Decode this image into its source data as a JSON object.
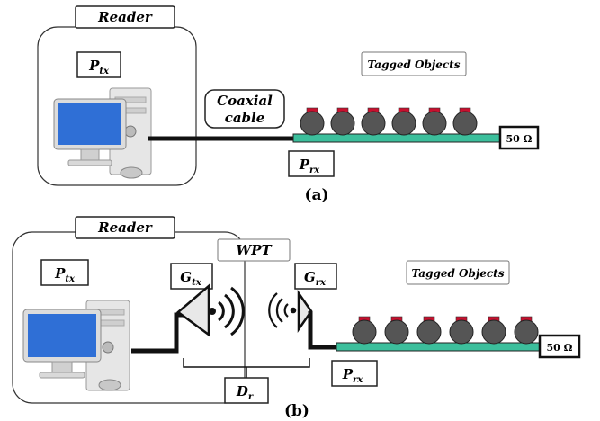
{
  "colors": {
    "line": "#111111",
    "feed": "#3cbf9c",
    "tag_body": "#555555",
    "tag_cap": "#c8102e",
    "screen": "#2f6fd6",
    "pc_body": "#e6e6e6"
  },
  "icons": [
    "desktop-computer-icon",
    "horn-antenna-icon",
    "wireless-wave-icon",
    "rfid-tag-icon"
  ],
  "panel_a": {
    "reader_label": "Reader",
    "ptx": {
      "main": "P",
      "sub": "tx"
    },
    "cable_line1": "Coaxial",
    "cable_line2": "cable",
    "tagged_label": "Tagged Objects",
    "prx": {
      "main": "P",
      "sub": "rx"
    },
    "load": "50 Ω",
    "caption": "(a)",
    "tag_count": 6
  },
  "panel_b": {
    "reader_label": "Reader",
    "ptx": {
      "main": "P",
      "sub": "tx"
    },
    "wpt": "WPT",
    "gtx": {
      "main": "G",
      "sub": "tx"
    },
    "grx": {
      "main": "G",
      "sub": "rx"
    },
    "tagged_label": "Tagged Objects",
    "prx": {
      "main": "P",
      "sub": "rx"
    },
    "load": "50 Ω",
    "dr": {
      "main": "D",
      "sub": "r"
    },
    "caption": "(b)",
    "tag_count": 6
  }
}
